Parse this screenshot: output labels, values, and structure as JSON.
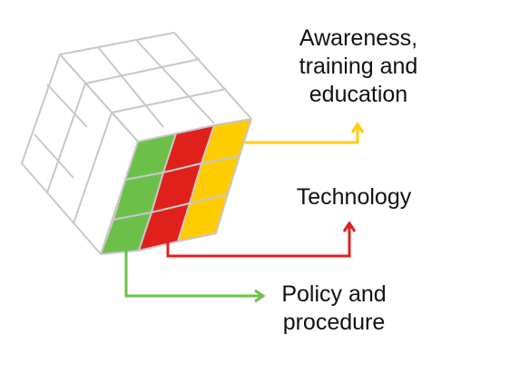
{
  "labels": {
    "awareness": [
      "Awareness,",
      "training and",
      "education"
    ],
    "technology": [
      "Technology"
    ],
    "policy": [
      "Policy and",
      "procedure"
    ]
  },
  "colors": {
    "green": "#6cc04a",
    "red": "#e0201b",
    "yellow": "#ffcc00",
    "grid": "#c8c8c8",
    "text": "#111111"
  },
  "icons": [
    "rubiks-cube-icon",
    "arrow-up-icon"
  ]
}
